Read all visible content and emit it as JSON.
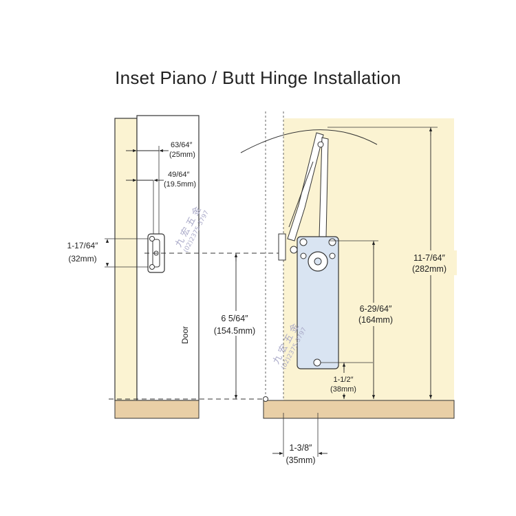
{
  "title": "Inset Piano / Butt Hinge Installation",
  "colors": {
    "panel": "#fbf3d2",
    "base": "#e9cfa6",
    "plate": "#d9e4f2",
    "line": "#333333",
    "watermark": "#a9a9c8"
  },
  "labels": {
    "door": "Door",
    "d1_frac": "63/64″",
    "d1_mm": "(25mm)",
    "d2_frac": "49/64″",
    "d2_mm": "(19.5mm)",
    "d3_frac": "1-17/64″",
    "d3_mm": "(32mm)",
    "d4_frac": "6 5/64″",
    "d4_mm": "(154.5mm)",
    "d5_frac": "6-29/64″",
    "d5_mm": "(164mm)",
    "d6_frac": "11-7/64″",
    "d6_mm": "(282mm)",
    "d7_frac": "1-1/2″",
    "d7_mm": "(38mm)",
    "d8_frac": "1-3/8″",
    "d8_mm": "(35mm)"
  },
  "watermark": {
    "name": "九 宏 五 金",
    "phone": "(02)2375-3797"
  }
}
